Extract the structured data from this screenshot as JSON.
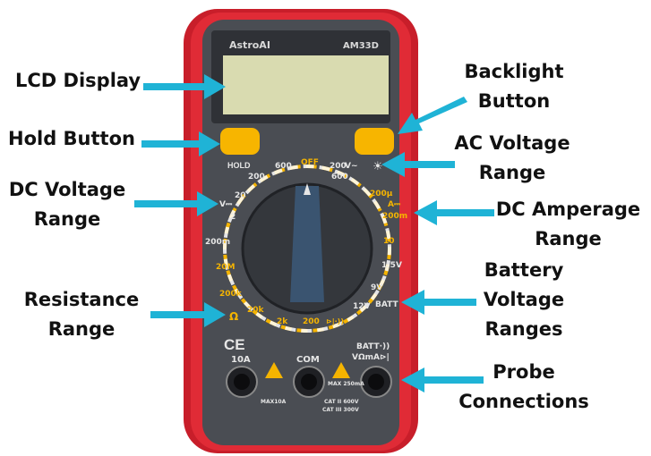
{
  "labels": {
    "lcd_display": "LCD Display",
    "backlight_button": [
      "Backlight",
      "Button"
    ],
    "hold_button": "Hold Button",
    "ac_voltage_range": [
      "AC Voltage",
      "Range"
    ],
    "dc_voltage_range": [
      "DC Voltage",
      "Range"
    ],
    "dc_amperage_range": [
      "DC Amperage",
      "Range"
    ],
    "battery_voltage_ranges": [
      "Battery",
      "Voltage",
      "Ranges"
    ],
    "resistance_range": [
      "Resistance",
      "Range"
    ],
    "probe_connections": [
      "Probe",
      "Connections"
    ]
  },
  "device": {
    "brand": "AstroAI",
    "model": "AM33D",
    "hold_label": "HOLD",
    "backlight_symbol": "☀",
    "dial": {
      "off": "OFF",
      "v600_top": "600",
      "v200_top": "200",
      "vac_symbol": "V~",
      "vac_200": "200",
      "vac_600": "600",
      "vdc_symbol": "V⎓",
      "vdc_20": "20",
      "vdc_2": "2",
      "mv_200m": "200m",
      "ohm_20M": "20M",
      "ohm_200k": "200k",
      "ohm_20k": "20k",
      "ohm_2k": "2k",
      "ohm_200": "200",
      "ohm_symbol": "Ω",
      "diode_symbol": "⊳|·))",
      "a_200u": "200µ",
      "a_symbol": "A⎓",
      "a_200m": "200m",
      "a_10": "10",
      "batt_1_5v": "1.5V",
      "batt_9v": "9V",
      "batt_12v": "12V",
      "batt_label": "BATT"
    },
    "ce_mark": "CE",
    "jacks": {
      "a10": "10A",
      "com": "COM",
      "batt_top": "BATT·))",
      "v_ohm_ma": "VΩmA⊳|",
      "max10a": "MAX10A",
      "max250ma": "MAX 250mA",
      "cat2": "CAT II 600V",
      "cat3": "CAT III 300V"
    }
  },
  "colors": {
    "case_red": "#d6232f",
    "case_dark_red": "#9e1520",
    "face_gray": "#4a4d53",
    "lcd": "#d9dbb0",
    "button_yellow": "#f7b500",
    "arrow_blue": "#1fb3d6",
    "dial_yellow": "#f5b400"
  }
}
